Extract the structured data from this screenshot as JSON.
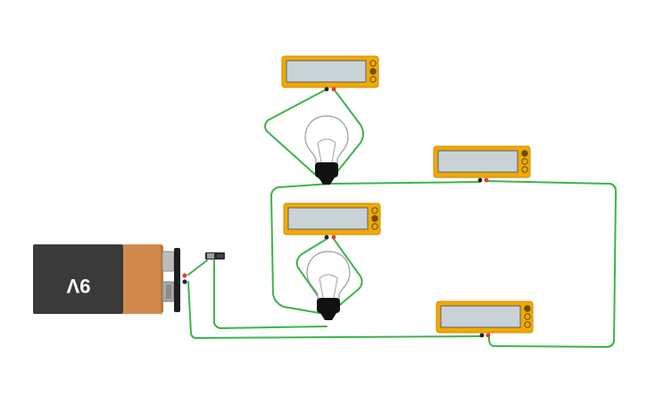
{
  "battery": {
    "label": "9V"
  },
  "colors": {
    "wire": "#3cb44b",
    "meter_body": "#f2a900",
    "meter_screen": "#c9d2d6",
    "battery_body": "#3a3a3a",
    "battery_band": "#d28b4c"
  },
  "components": {
    "multimeters": 4,
    "bulbs": 2,
    "switch": 1,
    "battery": 1
  }
}
